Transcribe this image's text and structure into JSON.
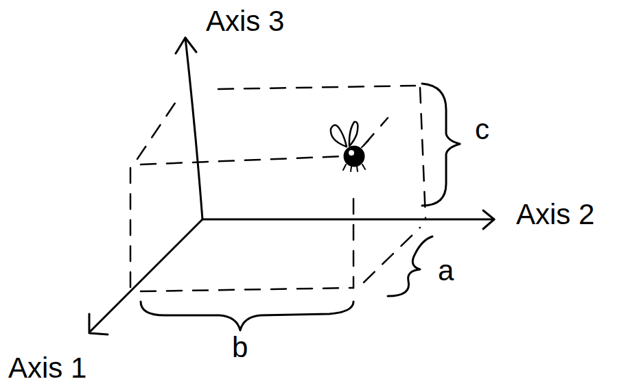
{
  "diagram": {
    "labels": [
      "Axis 3",
      "Axis 2",
      "Axis 1",
      "c",
      "a",
      "b"
    ]
  }
}
